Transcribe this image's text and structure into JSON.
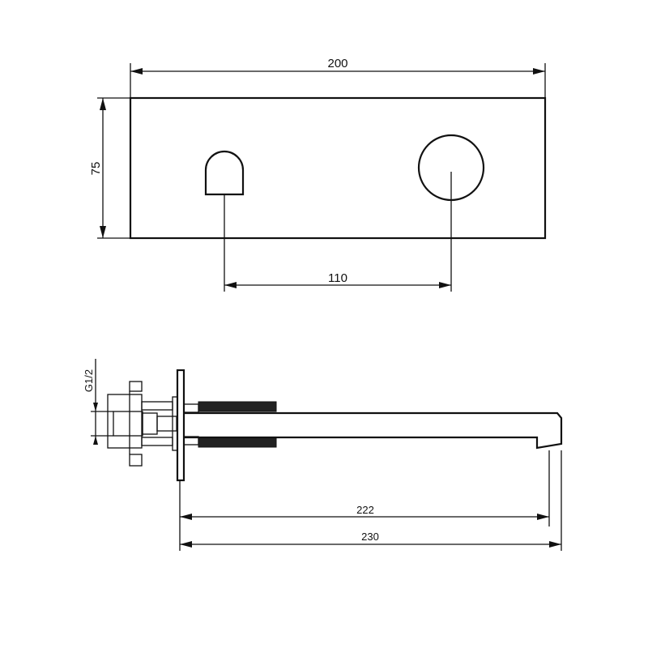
{
  "front_view": {
    "width_label": "200",
    "height_label": "75",
    "spacing_label": "110"
  },
  "side_view": {
    "thread_label": "G1/2",
    "spout_projection_label": "222",
    "overall_projection_label": "230"
  }
}
